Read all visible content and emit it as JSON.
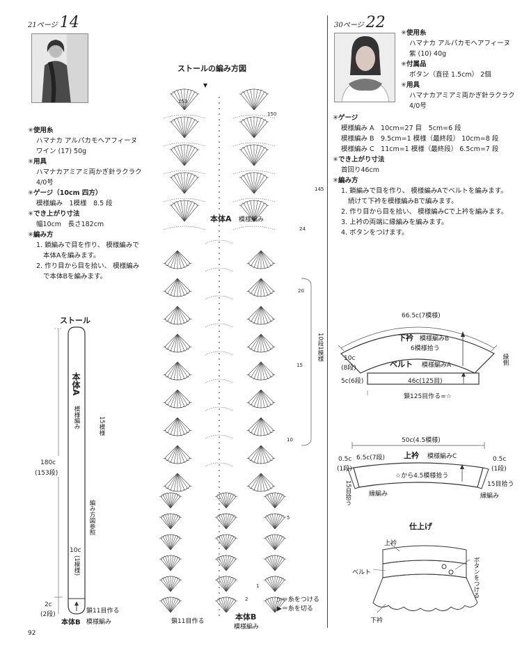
{
  "left": {
    "page_ref": "21ページ",
    "pattern_no": "14",
    "specs": [
      {
        "h": "✳使用糸"
      },
      {
        "t": "ハマナカ アルパカモヘアフィーヌ"
      },
      {
        "t": "ワイン (17) 50g"
      },
      {
        "h": "✳用具"
      },
      {
        "t": "ハマナカアミアミ両かぎ針ラクラク"
      },
      {
        "t": "4/0号"
      },
      {
        "h": "✳ゲージ",
        "s": "（10cm 四方）"
      },
      {
        "t": "模様編み　1模様　8.5 段"
      },
      {
        "h": "✳でき上がり寸法"
      },
      {
        "t": "幅10cm　長さ182cm"
      },
      {
        "h": "✳編み方"
      },
      {
        "t": "1. 鎖編みで目を作り、 模様編みで"
      },
      {
        "t2": "本体Aを編みます。"
      },
      {
        "t": "2. 作り目から目を拾い、 模様編み"
      },
      {
        "t2": "で本体Bを編みます。"
      }
    ],
    "stole": {
      "title": "ストール",
      "body_a": "本体A",
      "pattern_a": "模様編み",
      "repeat15": "15模様",
      "total": "180c",
      "total_rows": "(153段)",
      "ref_chart": "編み方図参照",
      "unit10": "10c",
      "unit10_rows": "(1模様)",
      "bottom": "2c",
      "bottom_rows": "(2段)",
      "chain_start": "鎖11目作る",
      "body_b": "本体B",
      "pattern_b": "模様編み",
      "page_no": "92"
    }
  },
  "chart": {
    "title": "ストールの編み方図",
    "body_a": "本体A",
    "pattern_a": "模様編み",
    "body_b": "本体B",
    "pattern_b": "模様編み",
    "repeat_label": "10段1模様",
    "chain_label": "鎖11目作る",
    "row_nums": [
      "153",
      "150",
      "145",
      "24",
      "20",
      "15",
      "10",
      "5",
      "1",
      "2"
    ],
    "legend_attach": "＝糸をつける",
    "legend_cut": "＝糸を切る"
  },
  "right": {
    "page_ref": "30ページ",
    "pattern_no": "22",
    "specs_top": [
      {
        "h": "✳使用糸"
      },
      {
        "t": "ハマナカ アルパカモヘアフィーヌ"
      },
      {
        "t": "紫 (10) 40g"
      },
      {
        "h": "✳付属品"
      },
      {
        "t": "ボタン（直径 1.5cm） 2個"
      },
      {
        "h": "✳用具"
      },
      {
        "t": "ハマナカアミアミ両かぎ針ラクラク"
      },
      {
        "t": "4/0号"
      }
    ],
    "specs": [
      {
        "h": "✳ゲージ"
      },
      {
        "t": "模様編み A　10cm=27 目　5cm=6 段"
      },
      {
        "t": "模様編み B　9.5cm=1 模様（最終段） 10cm=8 段"
      },
      {
        "t": "模様編み C　11cm=1 模様（最終段） 6.5cm=7 段"
      },
      {
        "h": "✳でき上がり寸法"
      },
      {
        "t": "首回り46cm"
      },
      {
        "h": "✳編み方"
      },
      {
        "t": "1. 鎖編みで目を作り、 模様編みAでベルトを編みます。"
      },
      {
        "t2": "続けて下衿を模様編みBで編みます。"
      },
      {
        "t": "2. 作り目から目を拾い、 模様編みCで上衿を編みます。"
      },
      {
        "t": "3. 上衿の両端に縁編みを編みます。"
      },
      {
        "t": "4. ボタンをつけます。"
      }
    ],
    "lower": {
      "width": "66.5c(7模様)",
      "name": "下衿",
      "pattern": "模様編みB",
      "pickup": "6模様拾う",
      "side_h": "10c",
      "side_rows": "(8段)",
      "belt": "ベルト",
      "belt_pattern": "模様編みA",
      "belt_h": "5c(6段)",
      "belt_w": "46c(125目)",
      "chain": "鎖125目作る=☆",
      "edge_side": "縁側"
    },
    "upper": {
      "width": "50c(4.5模様)",
      "left_h": "6.5c(7段)",
      "name": "上衿",
      "pattern": "模様編みC",
      "edge_l": "0.5c",
      "edge_l_rows": "(1段)",
      "edge_r": "0.5c",
      "edge_r_rows": "(1段)",
      "pickup": "☆から4.5模様拾う",
      "pick15l": "15目拾う",
      "pick15r": "15目拾う",
      "edge_l_label": "縁編み",
      "edge_r_label": "縁編み"
    },
    "finish": {
      "title": "仕上げ",
      "upper": "上衿",
      "belt": "ベルト",
      "button": "ボタンをつける",
      "lower": "下衿"
    }
  }
}
